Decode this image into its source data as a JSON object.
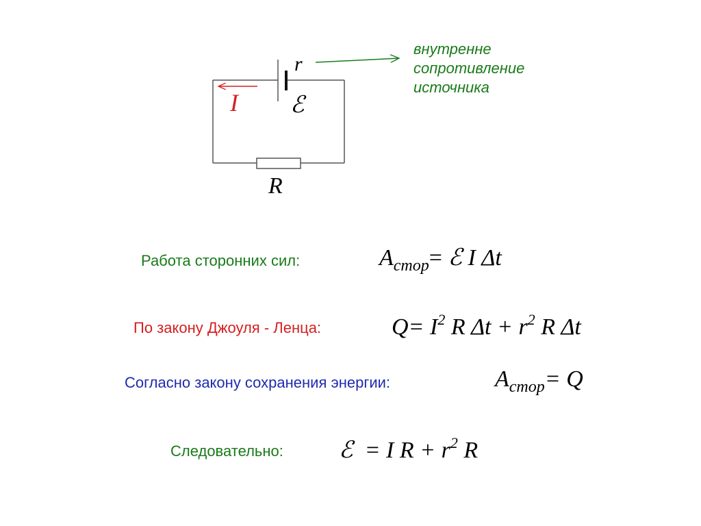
{
  "circuit": {
    "current_symbol": "I",
    "internal_resistance_symbol": "r",
    "emf_symbol": "ℰ",
    "resistor_symbol": "R",
    "annotation_lines": [
      "внутренне",
      "сопротивление",
      "источника"
    ]
  },
  "rows": [
    {
      "label": "Работа сторонних сил:",
      "formula": {
        "a": "A",
        "sub": "стор",
        "rest1": "= ",
        "emf": "ℰ",
        "rest2": " I Δt"
      }
    },
    {
      "label": "По закону Джоуля - Ленца:",
      "formula": {
        "p1": "Q= I",
        "sup1": "2",
        "p2": " R Δt + r",
        "sup2": "2",
        "p3": " R Δt"
      }
    },
    {
      "label": "Согласно закону сохранения энергии:",
      "formula": {
        "a": "A",
        "sub": "стор",
        "rest": "= Q"
      }
    },
    {
      "label": "Следовательно:",
      "formula": {
        "emf": "ℰ",
        "p1": "  = I R + r",
        "sup": "2",
        "p2": " R"
      }
    }
  ],
  "colors": {
    "label_green": "#1a7a1a",
    "label_red": "#d42020",
    "label_blue": "#1f2bb0",
    "current_arrow": "#d42020",
    "annotation_arrow": "#1a7a1a"
  }
}
